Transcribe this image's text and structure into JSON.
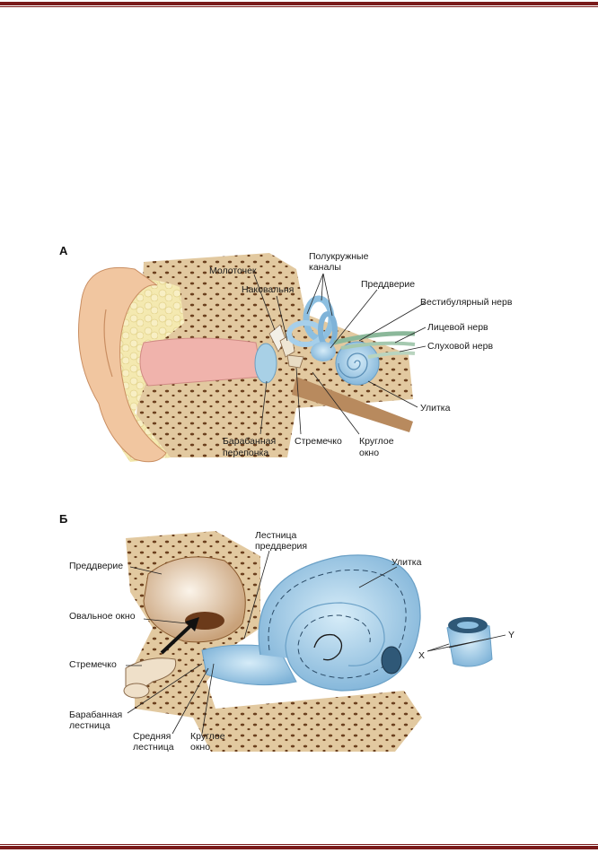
{
  "panel_a": {
    "letter": "А",
    "labels": {
      "malleus": "Молоточек",
      "incus": "Наковальня",
      "canals_1": "Полукружные",
      "canals_2": "каналы",
      "vestibule": "Преддверие",
      "vestibular_nerve": "Вестибулярный нерв",
      "facial_nerve": "Лицевой нерв",
      "auditory_nerve": "Слуховой нерв",
      "cochlea": "Улитка",
      "eardrum_1": "Барабанная",
      "eardrum_2": "перепонка",
      "stapes": "Стремечко",
      "round_window_1": "Круглое",
      "round_window_2": "окно"
    }
  },
  "panel_b": {
    "letter": "Б",
    "labels": {
      "scala_vestibuli_1": "Лестница",
      "scala_vestibuli_2": "преддверия",
      "cochlea": "Улитка",
      "vestibule": "Преддверие",
      "oval_window": "Овальное окно",
      "stapes": "Стремечко",
      "scala_tympani_1": "Барабанная",
      "scala_tympani_2": "лестница",
      "scala_media_1": "Средняя",
      "scala_media_2": "лестница",
      "round_window_1": "Круглое",
      "round_window_2": "окно",
      "x": "X",
      "y": "Y"
    }
  },
  "colors": {
    "border": "#7a1b1b",
    "skin": "#f2c9a6",
    "bone": "#dcc39a",
    "fat": "#f3e7a8",
    "canal_pink": "#f0b6b0",
    "cochlea_blue": "#a9cfe8",
    "dark_bone": "#8a5a2e"
  }
}
